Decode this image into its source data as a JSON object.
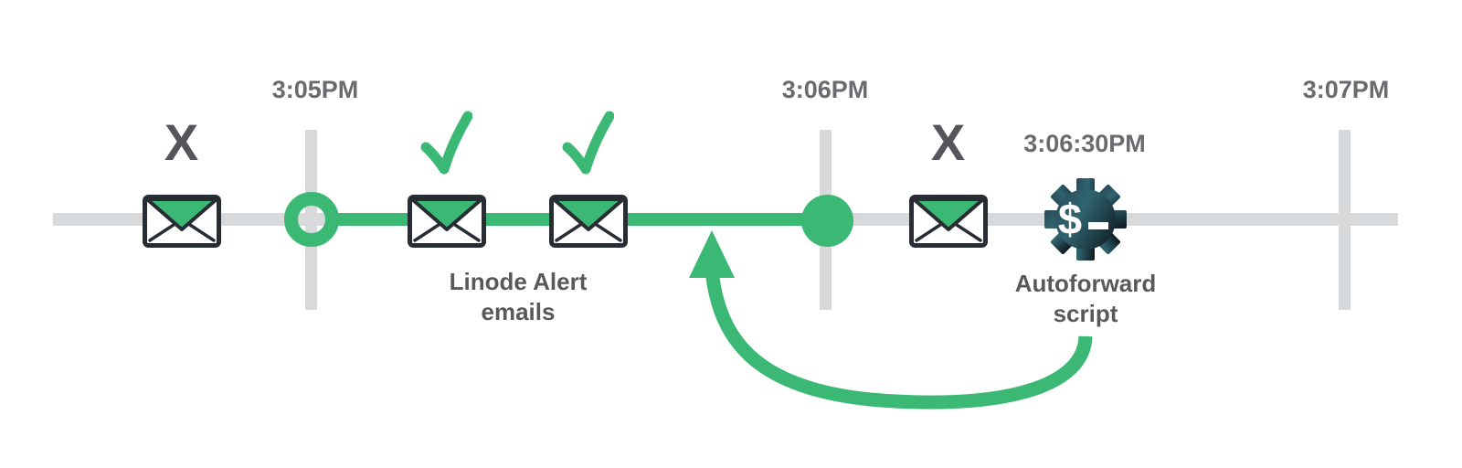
{
  "colors": {
    "green": "#3ab874",
    "track_gray": "#d8d9da",
    "time_label_gray": "#6a6b6e",
    "caption_gray": "#58595b",
    "mark_gray": "#54565b",
    "envelope_outline": "#272d33",
    "gear_teal": "#2f6570",
    "gear_dark": "#132028"
  },
  "timeline": {
    "tick_labels": [
      "3:05PM",
      "3:06PM",
      "3:07PM"
    ],
    "highlight_segment": {
      "from": "3:05PM",
      "to": "3:06PM"
    }
  },
  "events": [
    {
      "name": "email-before-305",
      "icon": "envelope-icon",
      "mark": "X"
    },
    {
      "name": "alert-email-1",
      "icon": "envelope-icon",
      "mark": "✓"
    },
    {
      "name": "alert-email-2",
      "icon": "envelope-icon",
      "mark": "✓"
    },
    {
      "name": "email-after-306",
      "icon": "envelope-icon",
      "mark": "X"
    },
    {
      "name": "autoforward-script",
      "icon": "gear-dollar-icon",
      "time": "3:06:30PM"
    }
  ],
  "annotations": {
    "alert_label": [
      "Linode Alert",
      "emails"
    ],
    "script_label": [
      "Autoforward",
      "script"
    ],
    "script_time": "3:06:30PM",
    "gear_glyph": "$"
  }
}
